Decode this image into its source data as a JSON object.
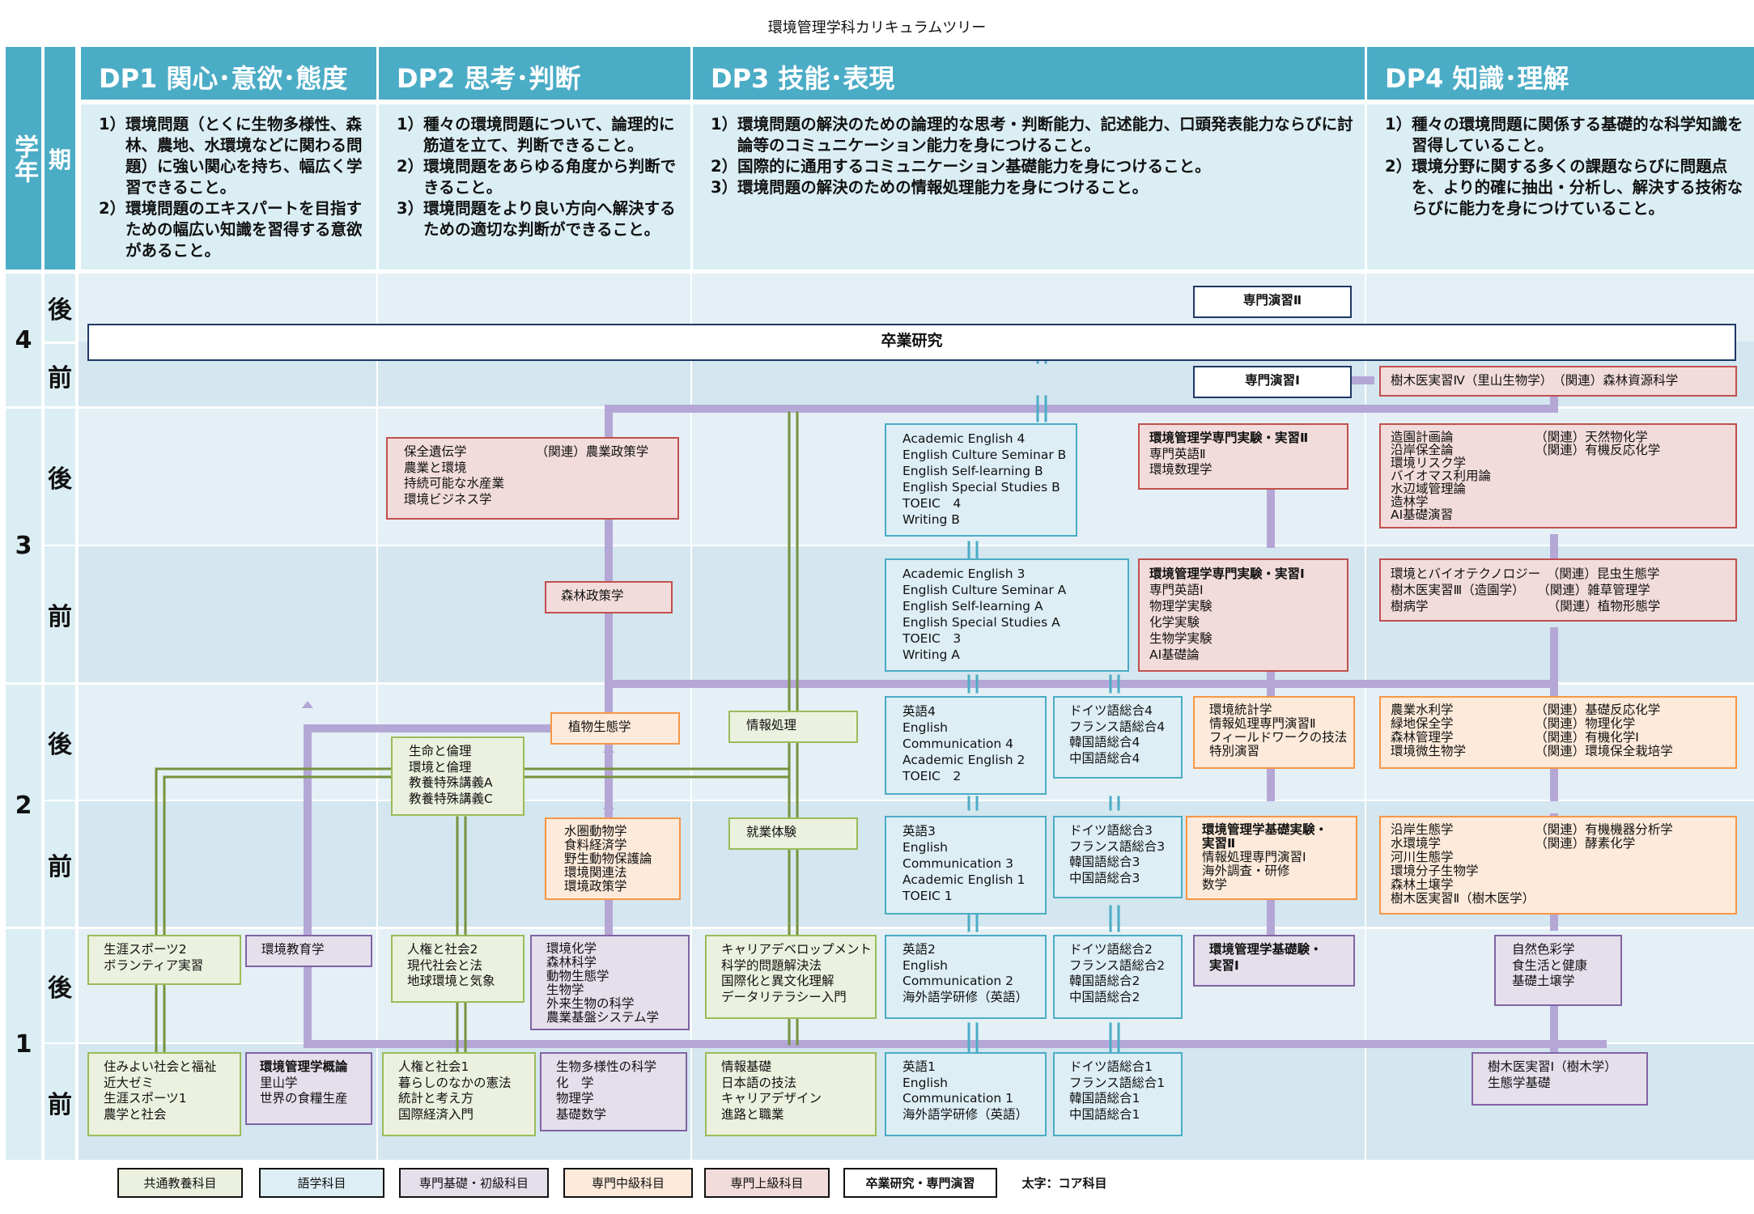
{
  "title": "環境管理学科カリキュラムツリー",
  "header": {
    "grade": "学年",
    "term": "期"
  },
  "dp": [
    {
      "title": "DP1 関心･意欲･態度",
      "lines": [
        "1）環境問題（とくに生物多様性、森林、農地、水環境などに関わる問題）に強い関心を持ち、幅広く学習できること。",
        "2）環境問題のエキスパートを目指すための幅広い知識を習得する意欲があること。"
      ]
    },
    {
      "title": "DP2 思考･判断",
      "lines": [
        "1）種々の環境問題について、論理的に筋道を立て、判断できること。",
        "2）環境問題をあらゆる角度から判断できること。",
        "3）環境問題をより良い方向へ解決するための適切な判断ができること。"
      ]
    },
    {
      "title": "DP3 技能･表現",
      "lines": [
        "1）環境問題の解決のための論理的な思考・判断能力、記述能力、口頭発表能力ならびに討論等のコミュニケーション能力を身につけること。",
        "2）国際的に通用するコミュニケーション基礎能力を身につけること。",
        "3）環境問題の解決のための情報処理能力を身につけること。"
      ]
    },
    {
      "title": "DP4 知識･理解",
      "lines": [
        "1）種々の環境問題に関係する基礎的な科学知識を習得していること。",
        "2）環境分野に関する多くの課題ならびに問題点を、より的確に抽出・分析し、解決する技術ならびに能力を身につけていること。"
      ]
    }
  ],
  "years": [
    "4",
    "3",
    "2",
    "1"
  ],
  "terms": [
    "後",
    "前",
    "後",
    "前",
    "後",
    "前",
    "後",
    "前"
  ],
  "boxes": [
    {
      "id": "senmon2",
      "lines": [
        "専門演習Ⅱ"
      ]
    },
    {
      "id": "sotsuken",
      "lines": [
        "卒業研究"
      ]
    },
    {
      "id": "senmon1",
      "lines": [
        "専門演習Ⅰ"
      ]
    },
    {
      "id": "juki4",
      "lines": [
        "樹木医実習Ⅳ（里山生物学）　（関連）森林資源科学"
      ]
    },
    {
      "id": "hozen",
      "lines": [
        "保全遺伝学　　　　　　（関連）農業政策学",
        "農業と環境",
        "持続可能な水産業",
        "環境ビジネス学"
      ]
    },
    {
      "id": "ae4",
      "lines": [
        "Academic English 4",
        "English Culture Seminar B",
        "English Self-learning B",
        "English Special Studies B",
        "TOEIC　4",
        "Writing B"
      ]
    },
    {
      "id": "jikken2",
      "lines": [
        "環境管理学専門実験・実習Ⅱ",
        "専門英語Ⅱ",
        "環境数理学"
      ]
    },
    {
      "id": "zoen",
      "lines": [
        "造園計画論　　　　　　　（関連）天然物化学",
        "沿岸保全論　　　　　　　（関連）有機反応化学",
        "環境リスク学",
        "バイオマス利用論",
        "水辺域管理論",
        "造林学",
        "AI基礎演習"
      ]
    },
    {
      "id": "shinrin",
      "lines": [
        "森林政策学"
      ]
    },
    {
      "id": "ae3",
      "lines": [
        "Academic English 3",
        "English Culture Seminar A",
        "English Self-learning A",
        "English Special Studies A",
        "TOEIC　3",
        "Writing A"
      ]
    },
    {
      "id": "jikken1",
      "lines": [
        "環境管理学専門実験・実習Ⅰ",
        "専門英語Ⅰ",
        "物理学実験",
        "化学実験",
        "生物学実験",
        "AI基礎論"
      ]
    },
    {
      "id": "bio",
      "lines": [
        "環境とバイオテクノロジー　（関連）昆虫生態学",
        "樹木医実習Ⅲ（造園学）　　（関連）雑草管理学",
        "樹病学　　　　　　　　　　（関連）植物形態学"
      ]
    },
    {
      "id": "shokubutsu",
      "lines": [
        "植物生態学"
      ]
    },
    {
      "id": "joho",
      "lines": [
        "情報処理"
      ]
    },
    {
      "id": "eigo4",
      "lines": [
        "英語4",
        "English",
        "Communication 4",
        "Academic English 2",
        "TOEIC　2"
      ]
    },
    {
      "id": "doitsu4",
      "lines": [
        "ドイツ語総合4",
        "フランス語総合4",
        "韓国語総合4",
        "中国語総合4"
      ]
    },
    {
      "id": "toukei",
      "lines": [
        "環境統計学",
        "情報処理専門演習Ⅱ",
        "フィールドワークの技法",
        "特別演習"
      ]
    },
    {
      "id": "nogyo",
      "lines": [
        "農業水利学　　　　　　　（関連）基礎反応化学",
        "緑地保全学　　　　　　　（関連）物理化学",
        "森林管理学　　　　　　　（関連）有機化学Ⅰ",
        "環境微生物学　　　　　　（関連）環境保全栽培学"
      ]
    },
    {
      "id": "seimei",
      "lines": [
        "生命と倫理",
        "環境と倫理",
        "教養特殊講義A",
        "教養特殊講義C"
      ]
    },
    {
      "id": "suiken",
      "lines": [
        "水圏動物学",
        "食料経済学",
        "野生動物保護論",
        "環境関連法",
        "環境政策学"
      ]
    },
    {
      "id": "shugyo",
      "lines": [
        "就業体験"
      ]
    },
    {
      "id": "eigo3",
      "lines": [
        "英語3",
        "English",
        "Communication 3",
        "Academic English 1",
        "TOEIC 1"
      ]
    },
    {
      "id": "doitsu3",
      "lines": [
        "ドイツ語総合3",
        "フランス語総合3",
        "韓国語総合3",
        "中国語総合3"
      ]
    },
    {
      "id": "kiso2",
      "lines": [
        "環境管理学基礎実験・",
        "実習Ⅱ",
        "情報処理専門演習Ⅰ",
        "海外調査・研修",
        "数学"
      ]
    },
    {
      "id": "engan",
      "lines": [
        "沿岸生態学　　　　　　　（関連）有機機器分析学",
        "水環境学　　　　　　　　（関連）酵素化学",
        "河川生態学",
        "環境分子生物学",
        "森林土壌学",
        "樹木医実習Ⅱ（樹木医学）"
      ]
    },
    {
      "id": "shogai",
      "lines": [
        "生涯スポーツ2",
        "ボランティア実習"
      ]
    },
    {
      "id": "kyoiku",
      "lines": [
        "環境教育学"
      ]
    },
    {
      "id": "jinken2",
      "lines": [
        "人権と社会2",
        "現代社会と法",
        "地球環境と気象"
      ]
    },
    {
      "id": "kankyoka",
      "lines": [
        "環境化学",
        "森林科学",
        "動物生態学",
        "生物学",
        "外来生物の科学",
        "農業基盤システム学"
      ]
    },
    {
      "id": "career",
      "lines": [
        "キャリアデベロップメント",
        "科学的問題解決法",
        "国際化と異文化理解",
        "データリテラシー入門"
      ]
    },
    {
      "id": "eigo2",
      "lines": [
        "英語2",
        "English",
        "Communication 2",
        "海外語学研修（英語）"
      ]
    },
    {
      "id": "doitsu2",
      "lines": [
        "ドイツ語総合2",
        "フランス語総合2",
        "韓国語総合2",
        "中国語総合2"
      ]
    },
    {
      "id": "kiso1",
      "lines": [
        "環境管理学基礎験・",
        "実習Ⅰ"
      ]
    },
    {
      "id": "shizen",
      "lines": [
        "自然色彩学",
        "食生活と健康",
        "基礎土壌学"
      ]
    },
    {
      "id": "sumiyoi",
      "lines": [
        "住みよい社会と福祉",
        "近大ゼミ",
        "生涯スポーツ1",
        "農学と社会"
      ]
    },
    {
      "id": "gairon",
      "lines": [
        "環境管理学概論",
        "里山学",
        "世界の食糧生産"
      ]
    },
    {
      "id": "jinken1",
      "lines": [
        "人権と社会1",
        "暮らしのなかの憲法",
        "統計と考え方",
        "国際経済入門"
      ]
    },
    {
      "id": "tayosei",
      "lines": [
        "生物多様性の科学",
        "化　学",
        "物理学",
        "基礎数学"
      ]
    },
    {
      "id": "johokiso",
      "lines": [
        "情報基礎",
        "日本語の技法",
        "キャリアデザイン",
        "進路と職業"
      ]
    },
    {
      "id": "eigo1",
      "lines": [
        "英語1",
        "English",
        "Communication 1",
        "海外語学研修（英語）"
      ]
    },
    {
      "id": "doitsu1",
      "lines": [
        "ドイツ語総合1",
        "フランス語総合1",
        "韓国語総合1",
        "中国語総合1"
      ]
    },
    {
      "id": "juki1",
      "lines": [
        "樹木医実習Ⅰ（樹木学）",
        "生態学基礎"
      ]
    }
  ],
  "legend": [
    "共通教養科目",
    "語学科目",
    "専門基礎・初級科目",
    "専門中級科目",
    "専門上級科目",
    "卒業研究・専門演習",
    "太字：コア科目"
  ]
}
